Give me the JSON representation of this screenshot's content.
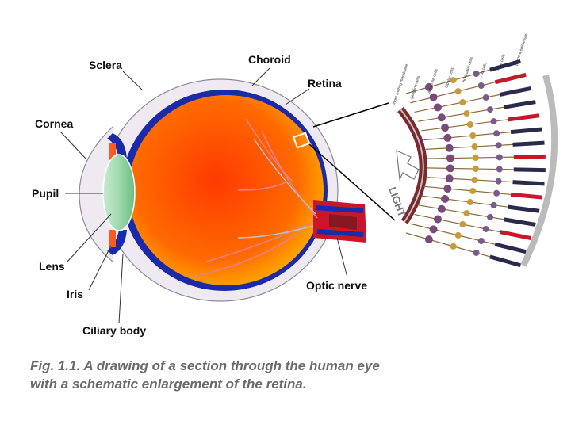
{
  "labels": {
    "sclera": "Sclera",
    "choroid": "Choroid",
    "retina": "Retina",
    "cornea": "Cornea",
    "pupil": "Pupil",
    "lens": "Lens",
    "iris": "Iris",
    "ciliary_body": "Ciliary body",
    "optic_nerve": "Optic nerve"
  },
  "retina_inset": {
    "light_label": "LIGHT",
    "layer_labels": [
      "inner limiting membrane",
      "ganglion cells",
      "amacrine cells",
      "bipolar cells",
      "horizontal cells",
      "rod cells",
      "cone cells",
      "pigment epithelium"
    ]
  },
  "caption": {
    "line1": "Fig. 1.1. A drawing of a section through the human eye",
    "line2": "with a schematic enlargement of the retina."
  },
  "colors": {
    "choroid": "#1a2aa8",
    "vitreous": "#ff4a00",
    "vitreous_edge": "#ffb000",
    "lens": "#8fd4a0",
    "sclera": "#e8e4ec",
    "vessel": "#e8707a"
  }
}
